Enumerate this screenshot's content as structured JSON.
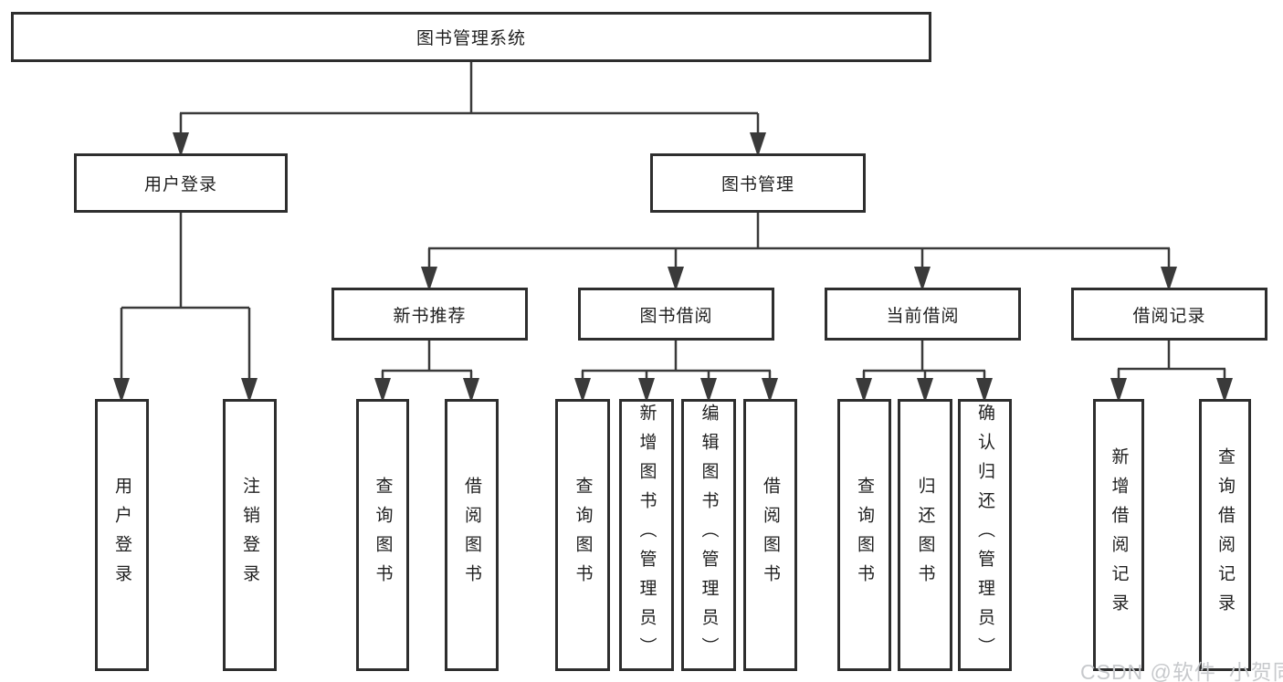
{
  "tree": {
    "label": "图书管理系统",
    "children": [
      {
        "label": "用户登录",
        "children": [
          {
            "label": "用户登录"
          },
          {
            "label": "注销登录"
          }
        ]
      },
      {
        "label": "图书管理",
        "children": [
          {
            "label": "新书推荐",
            "children": [
              {
                "label": "查询图书"
              },
              {
                "label": "借阅图书"
              }
            ]
          },
          {
            "label": "图书借阅",
            "children": [
              {
                "label": "查询图书"
              },
              {
                "label": "新增图书（管理员）"
              },
              {
                "label": "编辑图书（管理员）"
              },
              {
                "label": "借阅图书"
              }
            ]
          },
          {
            "label": "当前借阅",
            "children": [
              {
                "label": "查询图书"
              },
              {
                "label": "归还图书"
              },
              {
                "label": "确认归还（管理员）"
              }
            ]
          },
          {
            "label": "借阅记录",
            "children": [
              {
                "label": "新增借阅记录"
              },
              {
                "label": "查询借阅记录"
              }
            ]
          }
        ]
      }
    ]
  },
  "watermark": "CSDN @软件_小贺同学",
  "colors": {
    "line": "#3a3a3a",
    "border": "#2e2e2e",
    "text": "#1f1f1f",
    "watermark": "#c7c9cc",
    "background": "#ffffff"
  }
}
